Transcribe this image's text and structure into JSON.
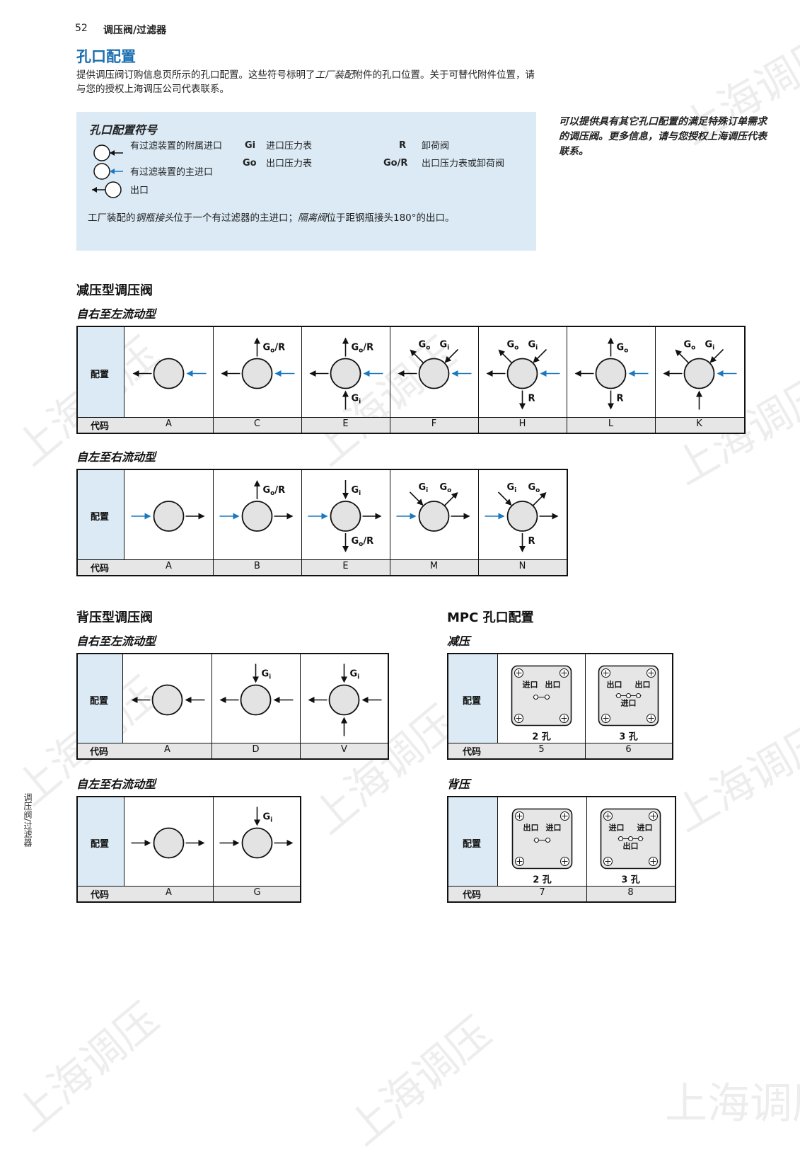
{
  "header": {
    "page_number": "52",
    "section": "调压阀/过滤器"
  },
  "title": "孔口配置",
  "intro": {
    "p1": "提供调压阀订购信息页所示的孔口配置。这些符号标明了",
    "p1_italic": "工厂装配",
    "p1_rest": "附件的孔口位置。关于可替代附件位置，请与您的授权上海调压公司代表联系。"
  },
  "legend": {
    "title": "孔口配置符号",
    "items": [
      "有过滤装置的附属进口",
      "有过滤装置的主进口",
      "出口"
    ],
    "gauges": [
      {
        "symbol": "Gi",
        "text": "进口压力表"
      },
      {
        "symbol": "Go",
        "text": "出口压力表"
      },
      {
        "symbol": "R",
        "text": "卸荷阀"
      },
      {
        "symbol": "Go/R",
        "text": "出口压力表或卸荷阀"
      }
    ],
    "note_a": "工厂装配的",
    "note_b": "钢瓶接头",
    "note_c": "位于一个有过滤器的主进口；",
    "note_d": "隔离阀",
    "note_e": "位于距钢瓶接头180°的出口。"
  },
  "sidenote": "可以提供具有其它孔口配置的满足特殊订单需求的调压阀。更多信息，请与您授权上海调压代表联系。",
  "labels": {
    "config": "配置",
    "code": "代码"
  },
  "reducing": {
    "title": "减压型调压阀",
    "rtl_title": "自右至左流动型",
    "rtl_codes": [
      "A",
      "C",
      "E",
      "F",
      "H",
      "L",
      "K"
    ],
    "ltr_title": "自左至右流动型",
    "ltr_codes": [
      "A",
      "B",
      "E",
      "M",
      "N"
    ]
  },
  "back": {
    "title": "背压型调压阀",
    "rtl_title": "自右至左流动型",
    "rtl_codes": [
      "A",
      "D",
      "V"
    ],
    "ltr_title": "自左至右流动型",
    "ltr_codes": [
      "A",
      "G"
    ]
  },
  "mpc": {
    "title": "MPC 孔口配置",
    "reducing_title": "减压",
    "reducing_codes": [
      "5",
      "6"
    ],
    "reducing_holes": [
      "2 孔",
      "3 孔"
    ],
    "back_title": "背压",
    "back_codes": [
      "7",
      "8"
    ],
    "back_holes": [
      "2 孔",
      "3 孔"
    ],
    "inlet": "进口",
    "outlet": "出口"
  },
  "port_labels": {
    "gi": "Gi",
    "go": "Go",
    "r": "R",
    "gor": "Go/R"
  },
  "side_tab": "调压阀/过滤器",
  "watermark": "上海调压",
  "colors": {
    "accent": "#1b6fb0",
    "panel": "#dbeaf5",
    "inlet_arrow": "#1b78c0"
  }
}
